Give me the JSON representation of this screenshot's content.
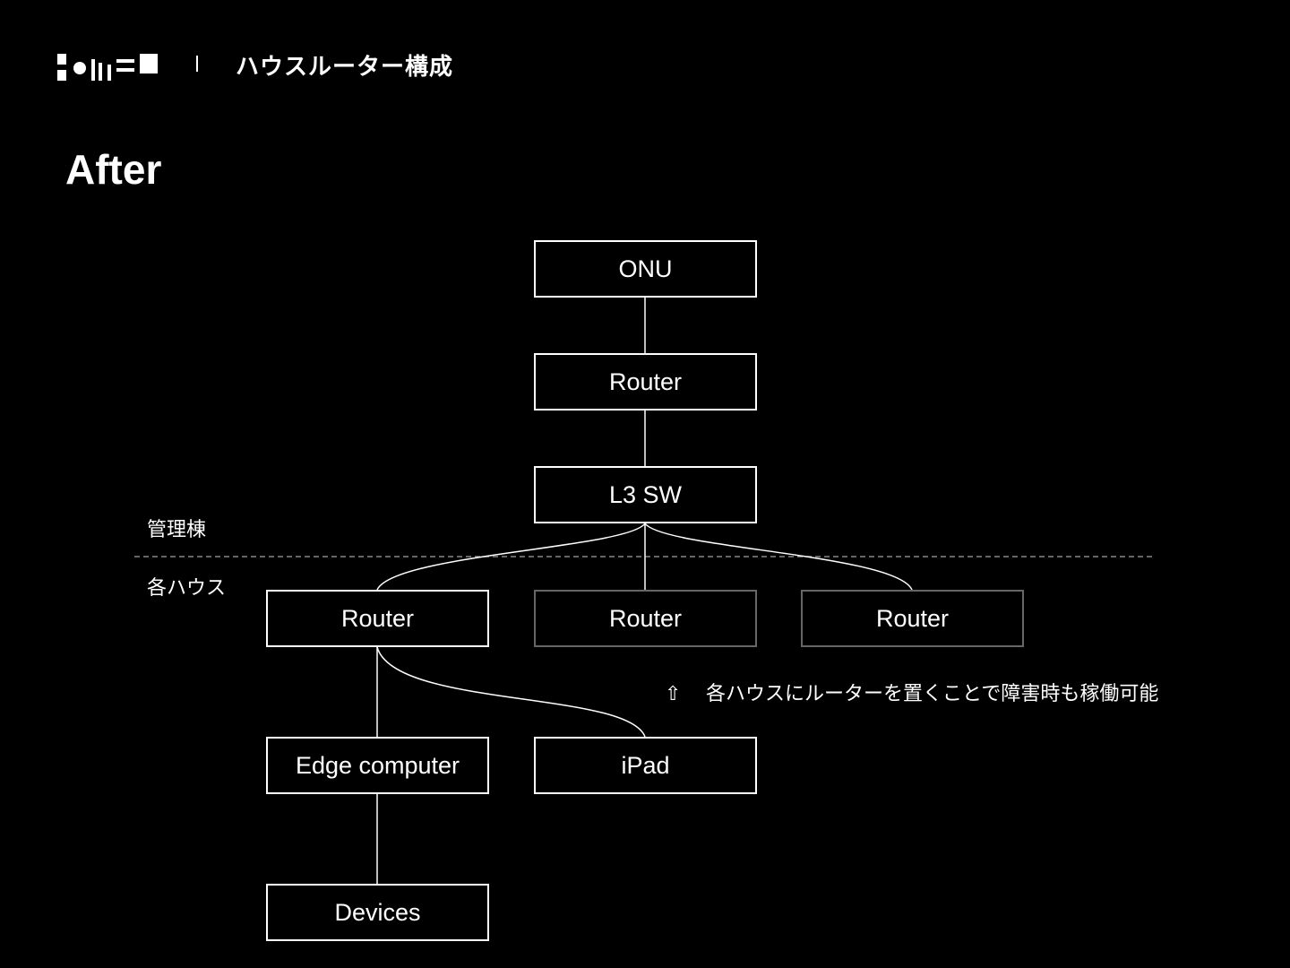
{
  "header": {
    "section_title": "ハウスルーター構成"
  },
  "page": {
    "title": "After"
  },
  "zones": {
    "management": "管理棟",
    "houses": "各ハウス"
  },
  "nodes": {
    "onu": "ONU",
    "router_main": "Router",
    "l3sw": "L3 SW",
    "router_house_1": "Router",
    "router_house_2": "Router",
    "router_house_3": "Router",
    "edge_computer": "Edge computer",
    "ipad": "iPad",
    "devices": "Devices"
  },
  "note": {
    "arrow_icon": "⇧",
    "text": "各ハウスにルーターを置くことで障害時も稼働可能"
  },
  "colors": {
    "background": "#000000",
    "foreground": "#ffffff",
    "dim_border": "#666666",
    "divider": "#888888"
  }
}
